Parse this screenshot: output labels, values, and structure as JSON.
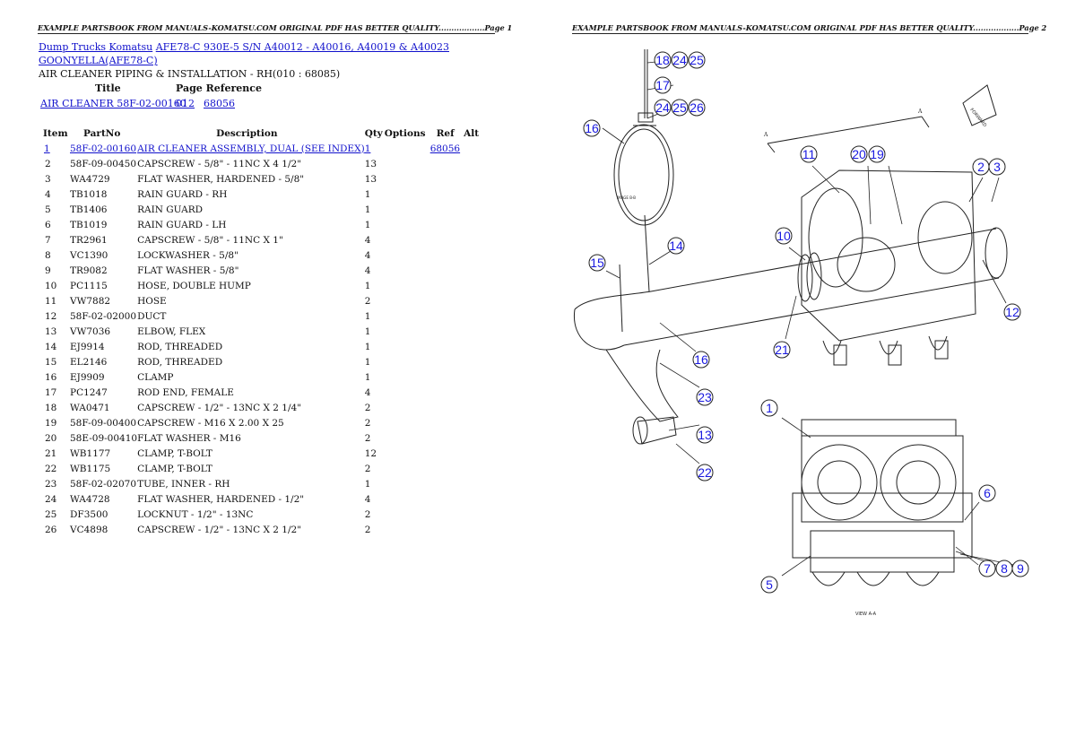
{
  "header": {
    "page1": "EXAMPLE PARTSBOOK FROM MANUALS-KOMATSU.COM ORIGINAL PDF HAS BETTER QUALITY..................Page 1",
    "page2": "EXAMPLE PARTSBOOK FROM MANUALS-KOMATSU.COM ORIGINAL PDF HAS BETTER QUALITY..................Page 2"
  },
  "breadcrumb": {
    "link1": "Dump Trucks Komatsu",
    "link2": "AFE78-C 930E-5 S/N A40012 - A40016, A40019 & A40023",
    "link3": "GOONYELLA(AFE78-C)"
  },
  "section_title": "AIR CLEANER PIPING & INSTALLATION - RH(010 : 68085)",
  "page_reference": {
    "head_title": "Title",
    "head_page": "Page Reference",
    "title": "AIR CLEANER 58F-02-00160",
    "code": "012",
    "page": "68056"
  },
  "parts_table": {
    "headers": [
      "Item",
      "PartNo",
      "Description",
      "Qty",
      "Options",
      "Ref",
      "Alt"
    ],
    "rows": [
      [
        "1",
        "58F-02-00160",
        "AIR CLEANER ASSEMBLY, DUAL (SEE INDEX)",
        "1",
        "",
        "68056",
        ""
      ],
      [
        "2",
        "58F-09-00450",
        "CAPSCREW - 5/8\" - 11NC X 4 1/2\"",
        "13",
        "",
        "",
        ""
      ],
      [
        "3",
        "WA4729",
        "FLAT WASHER, HARDENED - 5/8\"",
        "13",
        "",
        "",
        ""
      ],
      [
        "4",
        "TB1018",
        "RAIN GUARD - RH",
        "1",
        "",
        "",
        ""
      ],
      [
        "5",
        "TB1406",
        "RAIN GUARD",
        "1",
        "",
        "",
        ""
      ],
      [
        "6",
        "TB1019",
        "RAIN GUARD - LH",
        "1",
        "",
        "",
        ""
      ],
      [
        "7",
        "TR2961",
        "CAPSCREW - 5/8\" - 11NC X 1\"",
        "4",
        "",
        "",
        ""
      ],
      [
        "8",
        "VC1390",
        "LOCKWASHER - 5/8\"",
        "4",
        "",
        "",
        ""
      ],
      [
        "9",
        "TR9082",
        "FLAT WASHER - 5/8\"",
        "4",
        "",
        "",
        ""
      ],
      [
        "10",
        "PC1115",
        "HOSE, DOUBLE HUMP",
        "1",
        "",
        "",
        ""
      ],
      [
        "11",
        "VW7882",
        "HOSE",
        "2",
        "",
        "",
        ""
      ],
      [
        "12",
        "58F-02-02000",
        "DUCT",
        "1",
        "",
        "",
        ""
      ],
      [
        "13",
        "VW7036",
        "ELBOW, FLEX",
        "1",
        "",
        "",
        ""
      ],
      [
        "14",
        "EJ9914",
        "ROD, THREADED",
        "1",
        "",
        "",
        ""
      ],
      [
        "15",
        "EL2146",
        "ROD, THREADED",
        "1",
        "",
        "",
        ""
      ],
      [
        "16",
        "EJ9909",
        "CLAMP",
        "1",
        "",
        "",
        ""
      ],
      [
        "17",
        "PC1247",
        "ROD END, FEMALE",
        "4",
        "",
        "",
        ""
      ],
      [
        "18",
        "WA0471",
        "CAPSCREW - 1/2\" - 13NC X 2 1/4\"",
        "2",
        "",
        "",
        ""
      ],
      [
        "19",
        "58F-09-00400",
        "CAPSCREW - M16 X 2.00 X 25",
        "2",
        "",
        "",
        ""
      ],
      [
        "20",
        "58E-09-00410",
        "FLAT WASHER - M16",
        "2",
        "",
        "",
        ""
      ],
      [
        "21",
        "WB1177",
        "CLAMP, T-BOLT",
        "12",
        "",
        "",
        ""
      ],
      [
        "22",
        "WB1175",
        "CLAMP, T-BOLT",
        "2",
        "",
        "",
        ""
      ],
      [
        "23",
        "58F-02-02070",
        "TUBE, INNER - RH",
        "1",
        "",
        "",
        ""
      ],
      [
        "24",
        "WA4728",
        "FLAT WASHER, HARDENED - 1/2\"",
        "4",
        "",
        "",
        ""
      ],
      [
        "25",
        "DF3500",
        "LOCKNUT - 1/2\" - 13NC",
        "2",
        "",
        "",
        ""
      ],
      [
        "26",
        "VC4898",
        "CAPSCREW - 1/2\" - 13NC X 2 1/2\"",
        "2",
        "",
        "",
        ""
      ]
    ]
  },
  "diagram": {
    "callouts": [
      "18",
      "24",
      "25",
      "17",
      "24",
      "25",
      "26",
      "16",
      "11",
      "20",
      "19",
      "2",
      "3",
      "10",
      "14",
      "15",
      "12",
      "21",
      "16",
      "23",
      "13",
      "22",
      "1",
      "6",
      "5",
      "7",
      "8",
      "9"
    ],
    "small_labels": {
      "view_b": "IMAGE B-B",
      "view_a": "VIEW A-A",
      "forward": "FORWARD",
      "arrow_a1": "A",
      "arrow_a2": "A"
    },
    "colors": {
      "callout": "#1a1ae0",
      "line": "#222222"
    }
  }
}
